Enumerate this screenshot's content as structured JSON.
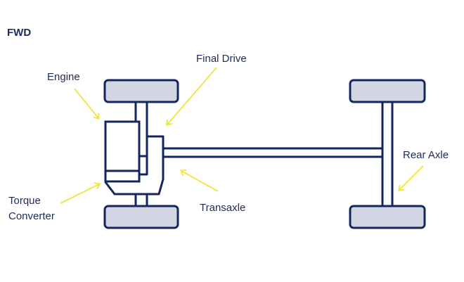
{
  "title": "FWD",
  "labels": {
    "engine": "Engine",
    "final_drive": "Final Drive",
    "torque_converter_line1": "Torque",
    "torque_converter_line2": "Converter",
    "transaxle": "Transaxle",
    "rear_axle": "Rear Axle"
  },
  "colors": {
    "outline": "#14265e",
    "wheel_fill": "#d3d6e2",
    "arrow": "#f0e64a",
    "text": "#1f2a5c",
    "background": "#ffffff"
  }
}
